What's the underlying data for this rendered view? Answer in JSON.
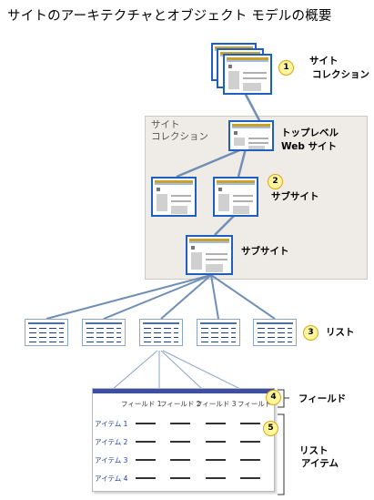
{
  "diagram": {
    "title": "サイトのアーキテクチャとオブジェクト モデルの概要",
    "site_collection_label": [
      "サイト",
      "コレクション"
    ],
    "box_label": [
      "サイト",
      "コレクション"
    ],
    "top_level_site_label": [
      "トップレベル",
      "Web サイト"
    ],
    "subsite_label_1": "サブサイト",
    "subsite_label_2": "サブサイト",
    "list_label": "リスト",
    "field_label": "フィールド",
    "list_item_label": [
      "リスト",
      "アイテム"
    ],
    "callouts": [
      "1",
      "2",
      "3",
      "4",
      "5"
    ],
    "fields": [
      "フィールド 1",
      "フィールド 2",
      "フィールド 3",
      "フィールド"
    ],
    "items": [
      "アイテム 1",
      "アイテム 2",
      "アイテム 3",
      "アイテム 4"
    ],
    "colors": {
      "connector": "#6f8fb5",
      "page_border": "#1f5fbf",
      "callout_fill": "#fff59a",
      "callout_border": "#d8a520",
      "gray_box": "#efebe7"
    }
  }
}
